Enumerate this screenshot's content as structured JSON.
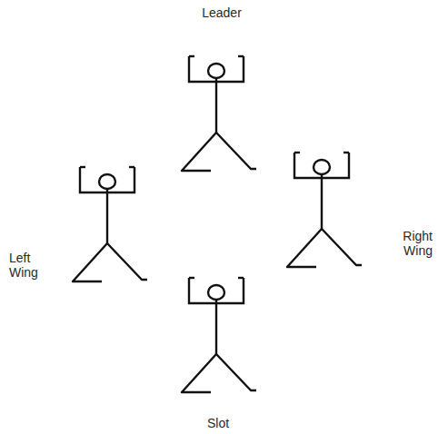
{
  "diagram": {
    "labels": [
      "Leader",
      "Left Wing",
      "Right Wing",
      "Slot"
    ]
  }
}
